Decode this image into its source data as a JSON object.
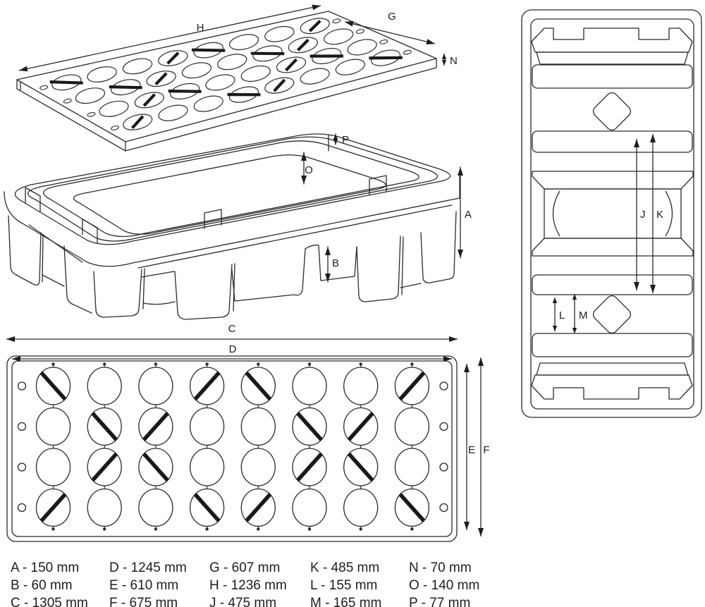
{
  "colors": {
    "line": "#2a2a2a",
    "text": "#1d1d1d",
    "background": "#ffffff",
    "slash": "#1a1a1a"
  },
  "views": {
    "lid_perspective": {
      "labels": {
        "H": "H",
        "G": "G",
        "N": "N"
      }
    },
    "sump_perspective": {
      "labels": {
        "P": "P",
        "O": "O",
        "A": "A",
        "B": "B"
      }
    },
    "grate_top": {
      "labels": {
        "C": "C",
        "D": "D",
        "E": "E",
        "F": "F"
      },
      "grid": {
        "rows": 4,
        "cols": 8,
        "slash_pattern": [
          "b..fb..f",
          ".bf..bf.",
          ".fb..fb.",
          "f..bf..b"
        ],
        "side_holes_per_side": 4
      }
    },
    "pallet_plan": {
      "labels": {
        "J": "J",
        "K": "K",
        "L": "L",
        "M": "M"
      }
    }
  },
  "legend": {
    "unit": "mm",
    "separator": " - ",
    "columns": [
      [
        {
          "letter": "A",
          "value": "150"
        },
        {
          "letter": "B",
          "value": "60"
        },
        {
          "letter": "C",
          "value": "1305"
        }
      ],
      [
        {
          "letter": "D",
          "value": "1245"
        },
        {
          "letter": "E",
          "value": "610"
        },
        {
          "letter": "F",
          "value": "675"
        }
      ],
      [
        {
          "letter": "G",
          "value": "607"
        },
        {
          "letter": "H",
          "value": "1236"
        },
        {
          "letter": "J",
          "value": "475"
        }
      ],
      [
        {
          "letter": "K",
          "value": "485"
        },
        {
          "letter": "L",
          "value": "155"
        },
        {
          "letter": "M",
          "value": "165"
        }
      ],
      [
        {
          "letter": "N",
          "value": "70"
        },
        {
          "letter": "O",
          "value": "140"
        },
        {
          "letter": "P",
          "value": "77"
        }
      ]
    ]
  }
}
